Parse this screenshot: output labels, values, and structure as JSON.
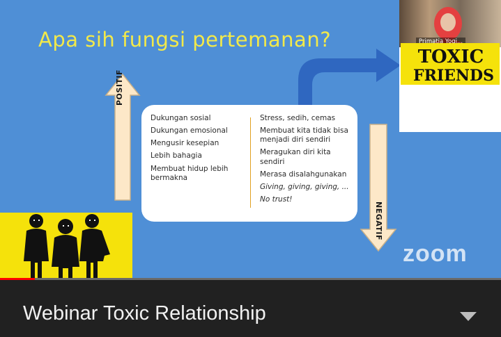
{
  "slide": {
    "title": "Apa sih fungsi pertemanan?",
    "positive_label": "POSITIF",
    "negative_label": "NEGATIF",
    "positive_items": [
      "Dukungan sosial",
      "Dukungan emosional",
      "Mengusir kesepian",
      "Lebih bahagia",
      "Membuat hidup lebih bermakna"
    ],
    "negative_items": [
      "Stress, sedih, cemas",
      "Membuat kita tidak bisa menjadi diri sendiri",
      "Meragukan diri kita sendiri",
      "Merasa disalahgunakan",
      "Giving, giving, giving, ...",
      "No trust!"
    ],
    "logo_text_top": "TOXIC",
    "logo_text_bottom": "FRIENDS",
    "watermark": "zoom"
  },
  "participant": {
    "name": "Primatia Yogi..."
  },
  "player": {
    "video_title": "Webinar Toxic Relationship",
    "progress_percent": 7
  },
  "colors": {
    "slide_bg": "#4f8fd6",
    "title_yellow": "#f2e94a",
    "arrow_cream": "#fde8c8",
    "progress_red": "#ff0000"
  }
}
